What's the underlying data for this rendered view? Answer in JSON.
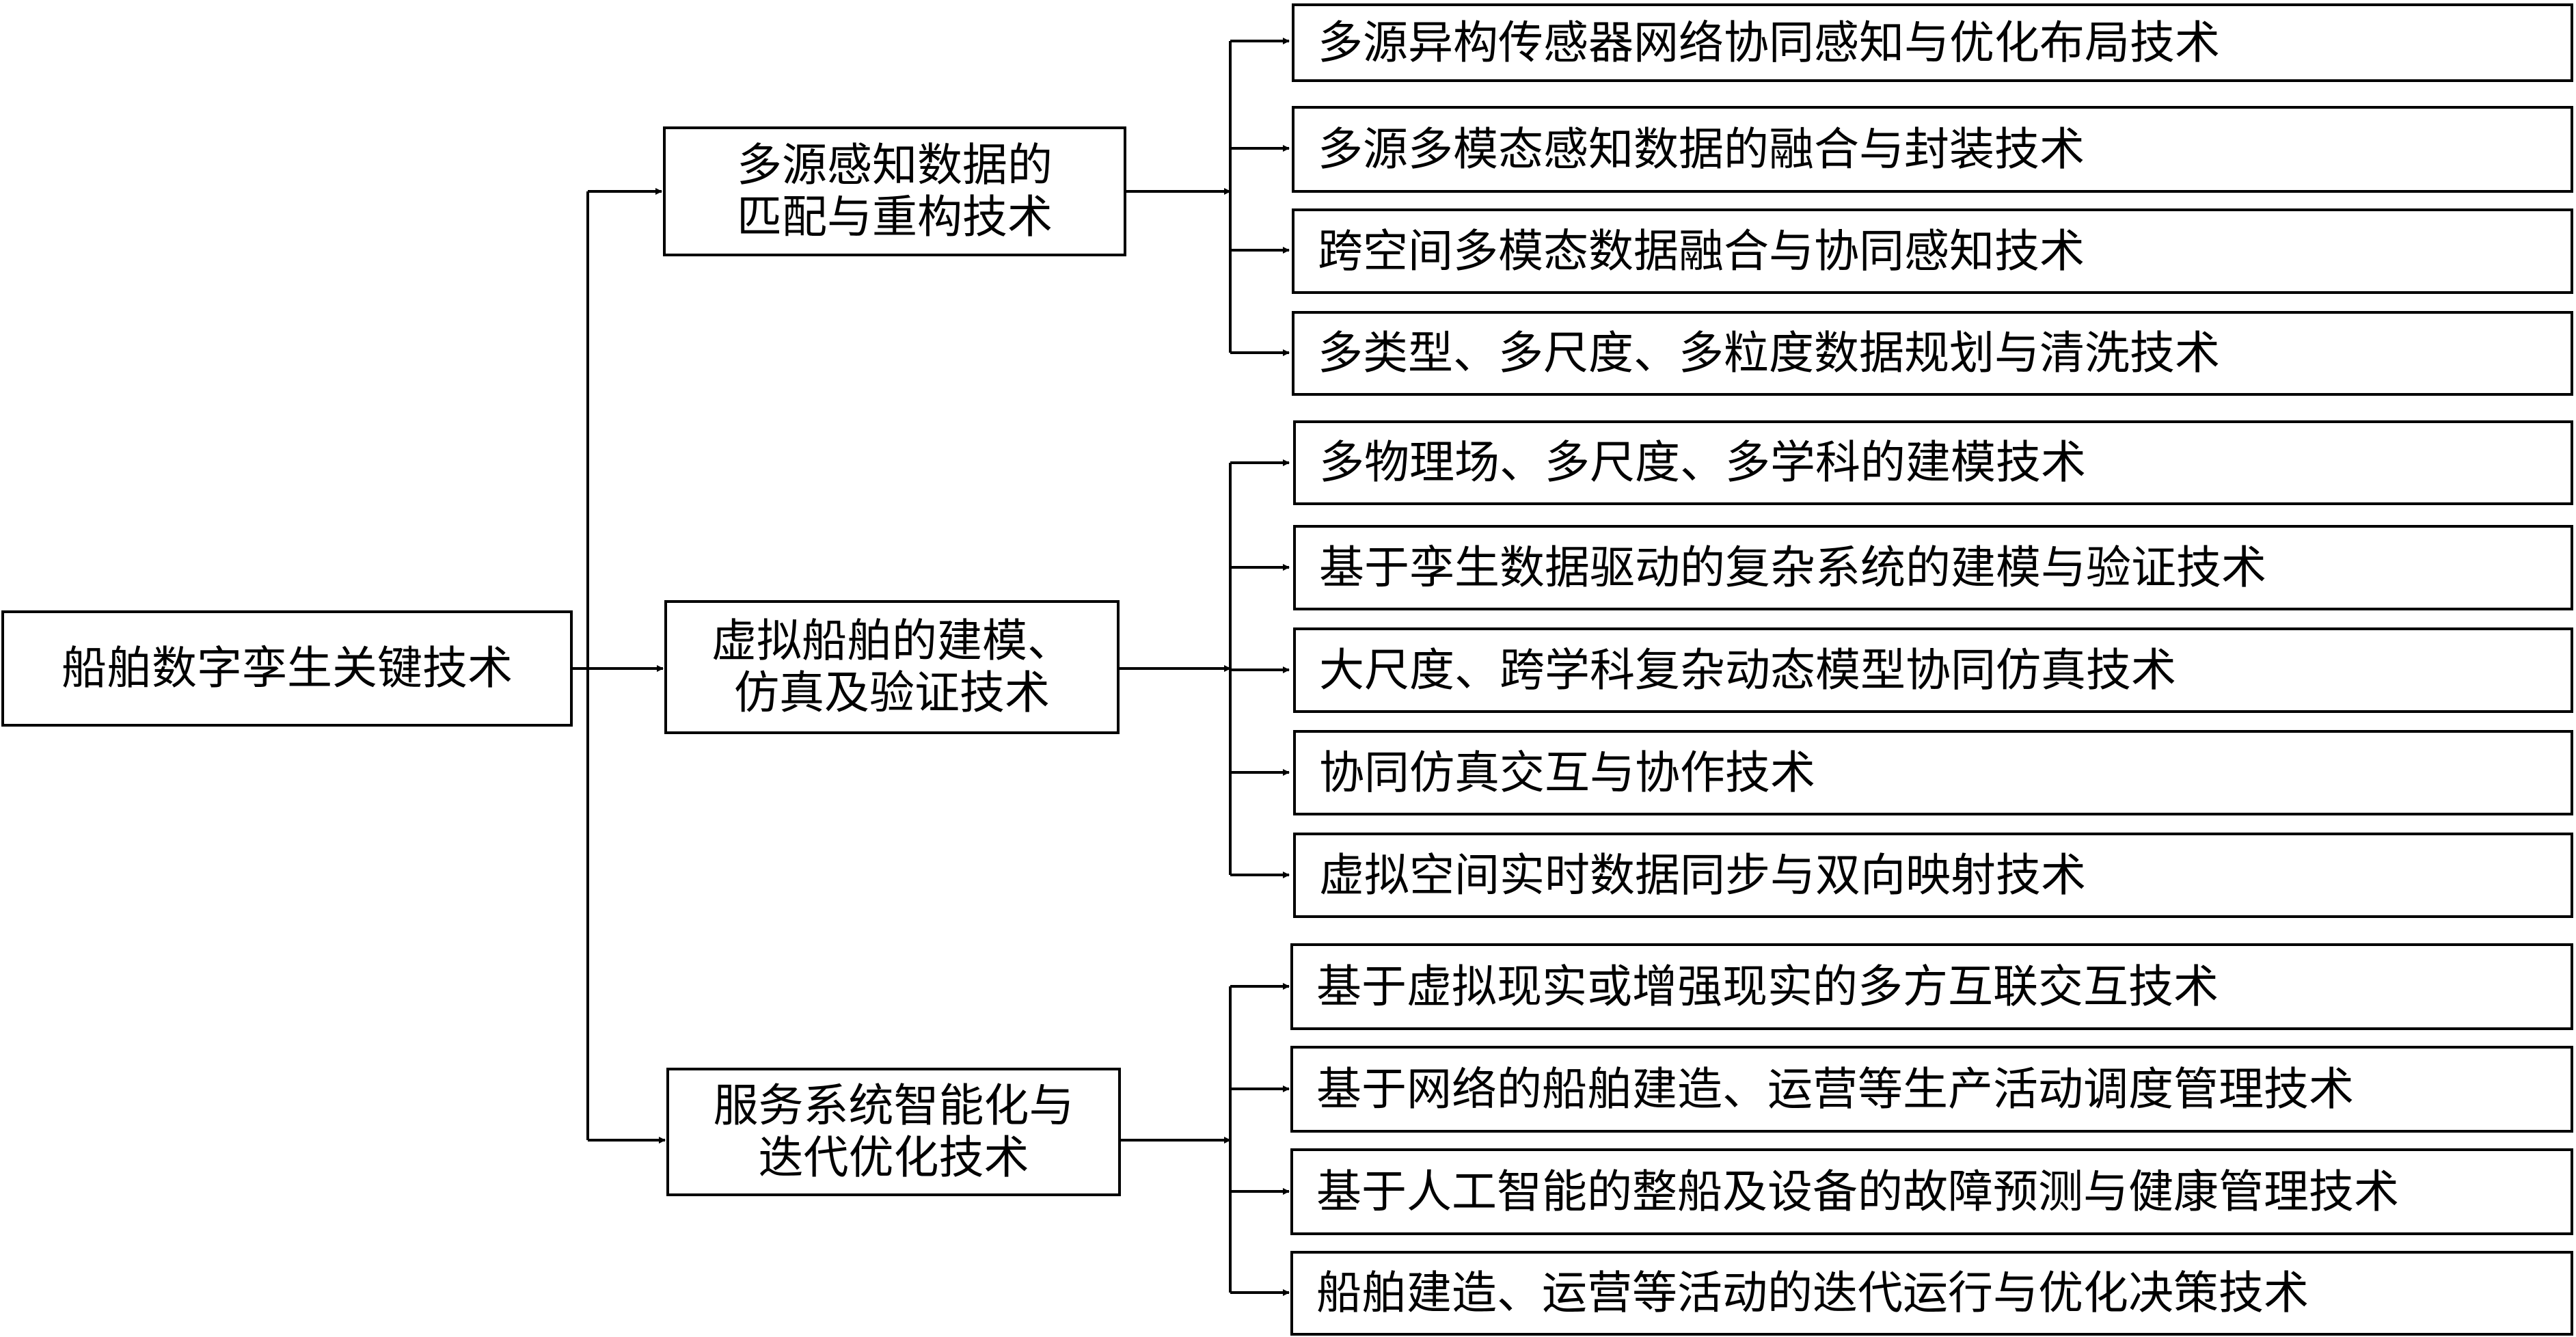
{
  "diagram": {
    "root": {
      "label": "船舶数字孪生关键技术"
    },
    "branches": [
      {
        "label": "多源感知数据的\n匹配与重构技术",
        "leaves": [
          "多源异构传感器网络协同感知与优化布局技术",
          "多源多模态感知数据的融合与封装技术",
          "跨空间多模态数据融合与协同感知技术",
          "多类型、多尺度、多粒度数据规划与清洗技术"
        ]
      },
      {
        "label": "虚拟船舶的建模、\n仿真及验证技术",
        "leaves": [
          "多物理场、多尺度、多学科的建模技术",
          "基于孪生数据驱动的复杂系统的建模与验证技术",
          "大尺度、跨学科复杂动态模型协同仿真技术",
          "协同仿真交互与协作技术",
          "虚拟空间实时数据同步与双向映射技术"
        ]
      },
      {
        "label": "服务系统智能化与\n迭代优化技术",
        "leaves": [
          "基于虚拟现实或增强现实的多方互联交互技术",
          "基于网络的船舶建造、运营等生产活动调度管理技术",
          "基于人工智能的整船及设备的故障预测与健康管理技术",
          "船舶建造、运营等活动的迭代运行与优化决策技术"
        ]
      }
    ]
  }
}
